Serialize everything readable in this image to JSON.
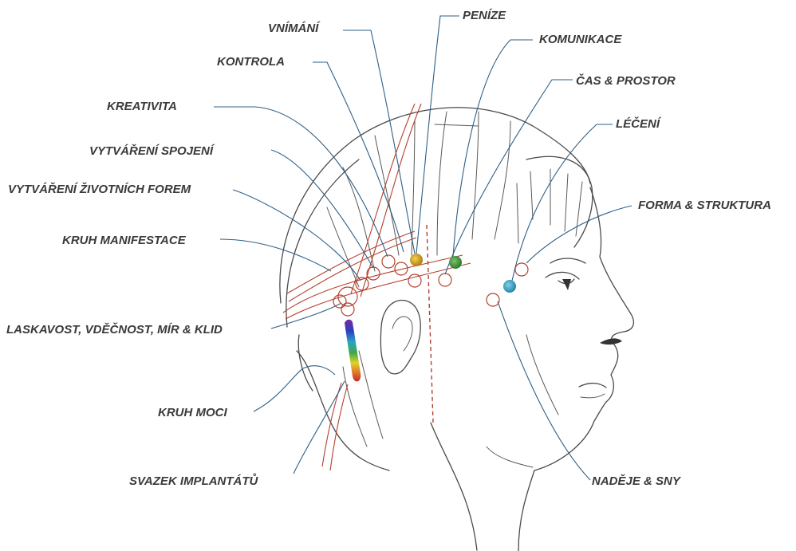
{
  "labels": {
    "vnimani": "VNÍMÁNÍ",
    "penize": "PENÍZE",
    "komunikace": "KOMUNIKACE",
    "kontrola": "KONTROLA",
    "cas_prostor": "ČAS & PROSTOR",
    "kreativita": "KREATIVITA",
    "leceni": "LÉČENÍ",
    "vytvareni_spojeni": "VYTVÁŘENÍ SPOJENÍ",
    "vytvareni_zivotnich_forem": "VYTVÁŘENÍ ŽIVOTNÍCH FOREM",
    "forma_struktura": "FORMA & STRUKTURA",
    "kruh_manifestace": "KRUH MANIFESTACE",
    "laskavost": "LASKAVOST, VDĚČNOST, MÍR & KLID",
    "kruh_moci": "KRUH MOCI",
    "svazek_implantatu": "SVAZEK IMPLANTÁTŮ",
    "nadeje_sny": "NADĚJE & SNY"
  },
  "colors": {
    "label_text": "#3a3a3a",
    "leader_line": "#2f5f86",
    "red_marking": "#b5402f",
    "sketch": "#4a4a4a",
    "vnimani_point": "#c9a227",
    "komunikace_point": "#4a9a3e",
    "leceni_point": "#3aa0c4",
    "implant_gradient": [
      "#7b2aa3",
      "#2a3fbf",
      "#2aa3c4",
      "#3fa84a",
      "#e0d22a",
      "#e07a2a",
      "#c42a2a"
    ]
  }
}
